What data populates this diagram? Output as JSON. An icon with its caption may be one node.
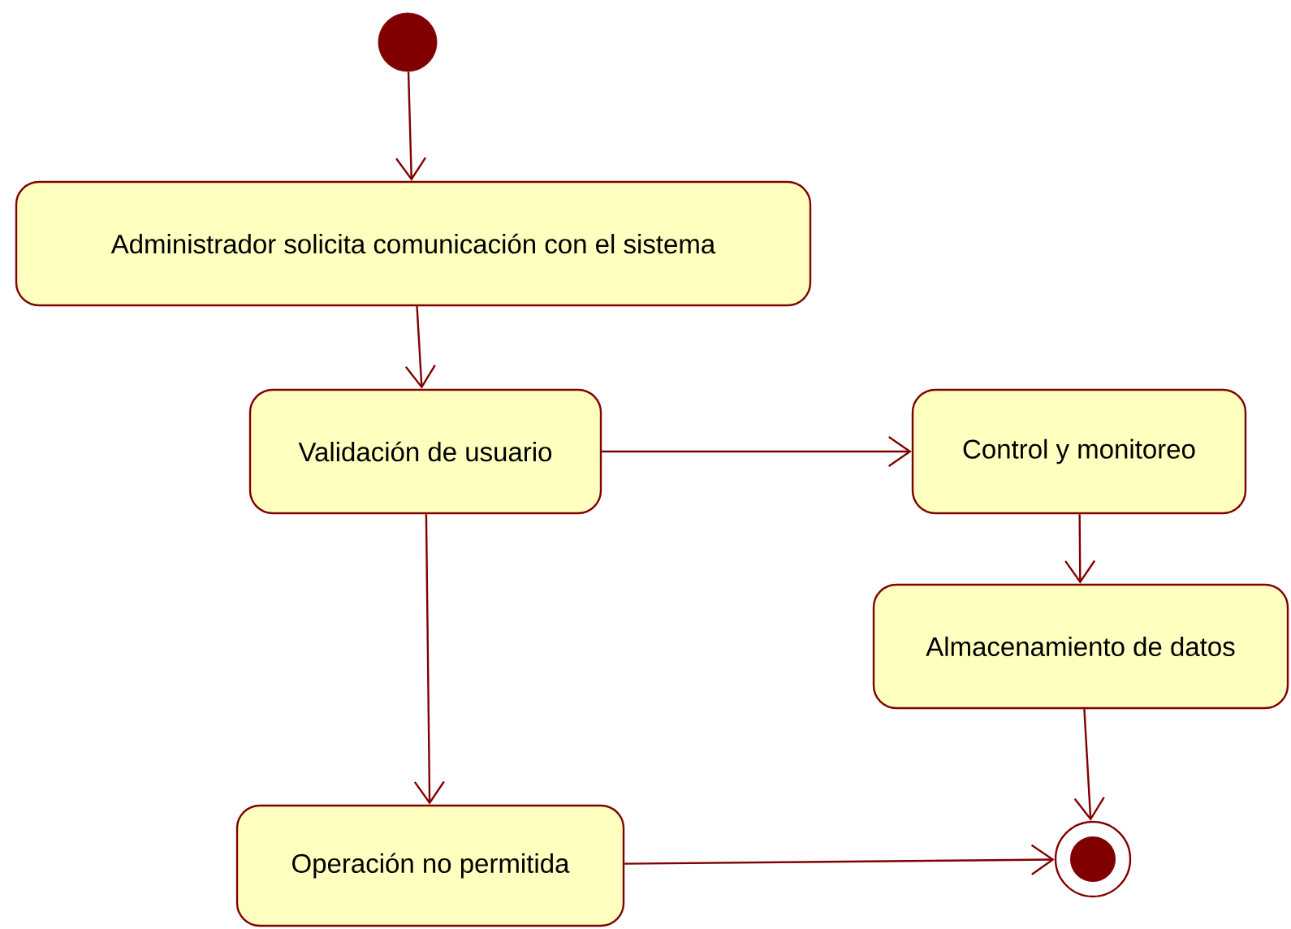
{
  "diagram": {
    "nodes": [
      {
        "text": [],
        "shape": "circle"
      },
      {
        "text": [
          "Administrador solicita comunicación con el sistema"
        ]
      },
      {
        "text": [
          "Validación de usuario"
        ]
      },
      {
        "text": [
          "Control y monitoreo"
        ]
      },
      {
        "text": [
          "Almacenamiento de datos"
        ]
      },
      {
        "text": [
          "Operación no permitida"
        ]
      },
      {
        "text": [],
        "shape": "circle"
      }
    ],
    "edges": [
      {
        "from": 0,
        "to": 1,
        "arrow": "to"
      },
      {
        "from": 1,
        "to": 2,
        "arrow": "to"
      },
      {
        "from": 2,
        "to": 3,
        "arrow": "to"
      },
      {
        "from": 3,
        "to": 4,
        "arrow": "to"
      },
      {
        "from": 4,
        "to": 6,
        "arrow": "to"
      },
      {
        "from": 2,
        "to": 5,
        "arrow": "to"
      },
      {
        "from": 5,
        "to": 6,
        "arrow": "to"
      }
    ]
  }
}
